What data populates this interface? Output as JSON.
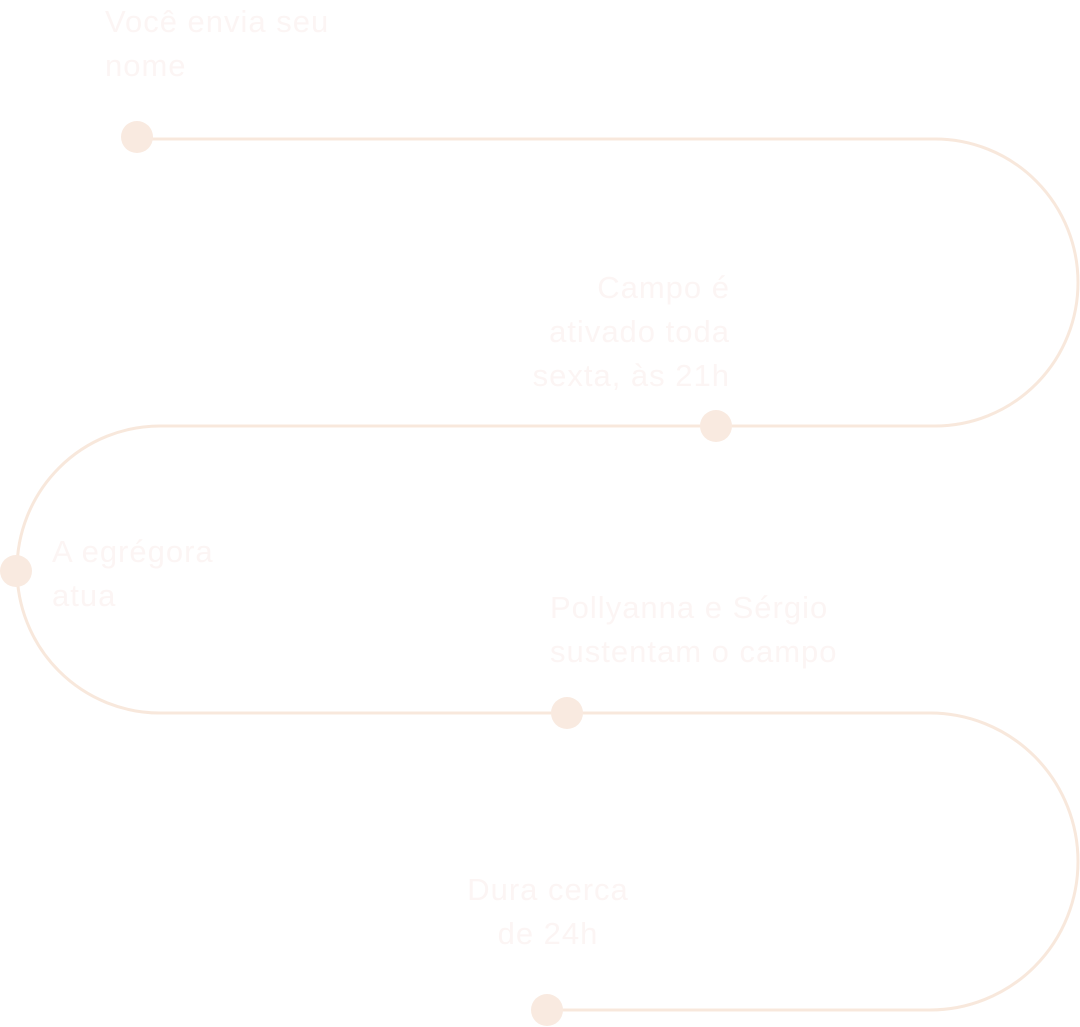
{
  "colors": {
    "path": "#f8e8dc",
    "dot": "#f9eae0",
    "text": "#fcf5f4"
  },
  "steps": [
    {
      "lines": [
        "Você envia seu",
        "nome"
      ]
    },
    {
      "lines": [
        "Campo é",
        "ativado toda",
        "sexta, às 21h"
      ]
    },
    {
      "lines": [
        "A egrégora",
        "atua"
      ]
    },
    {
      "lines": [
        "Pollyanna e Sérgio",
        "sustentam o campo"
      ]
    },
    {
      "lines": [
        "Dura cerca",
        "de 24h"
      ]
    }
  ]
}
